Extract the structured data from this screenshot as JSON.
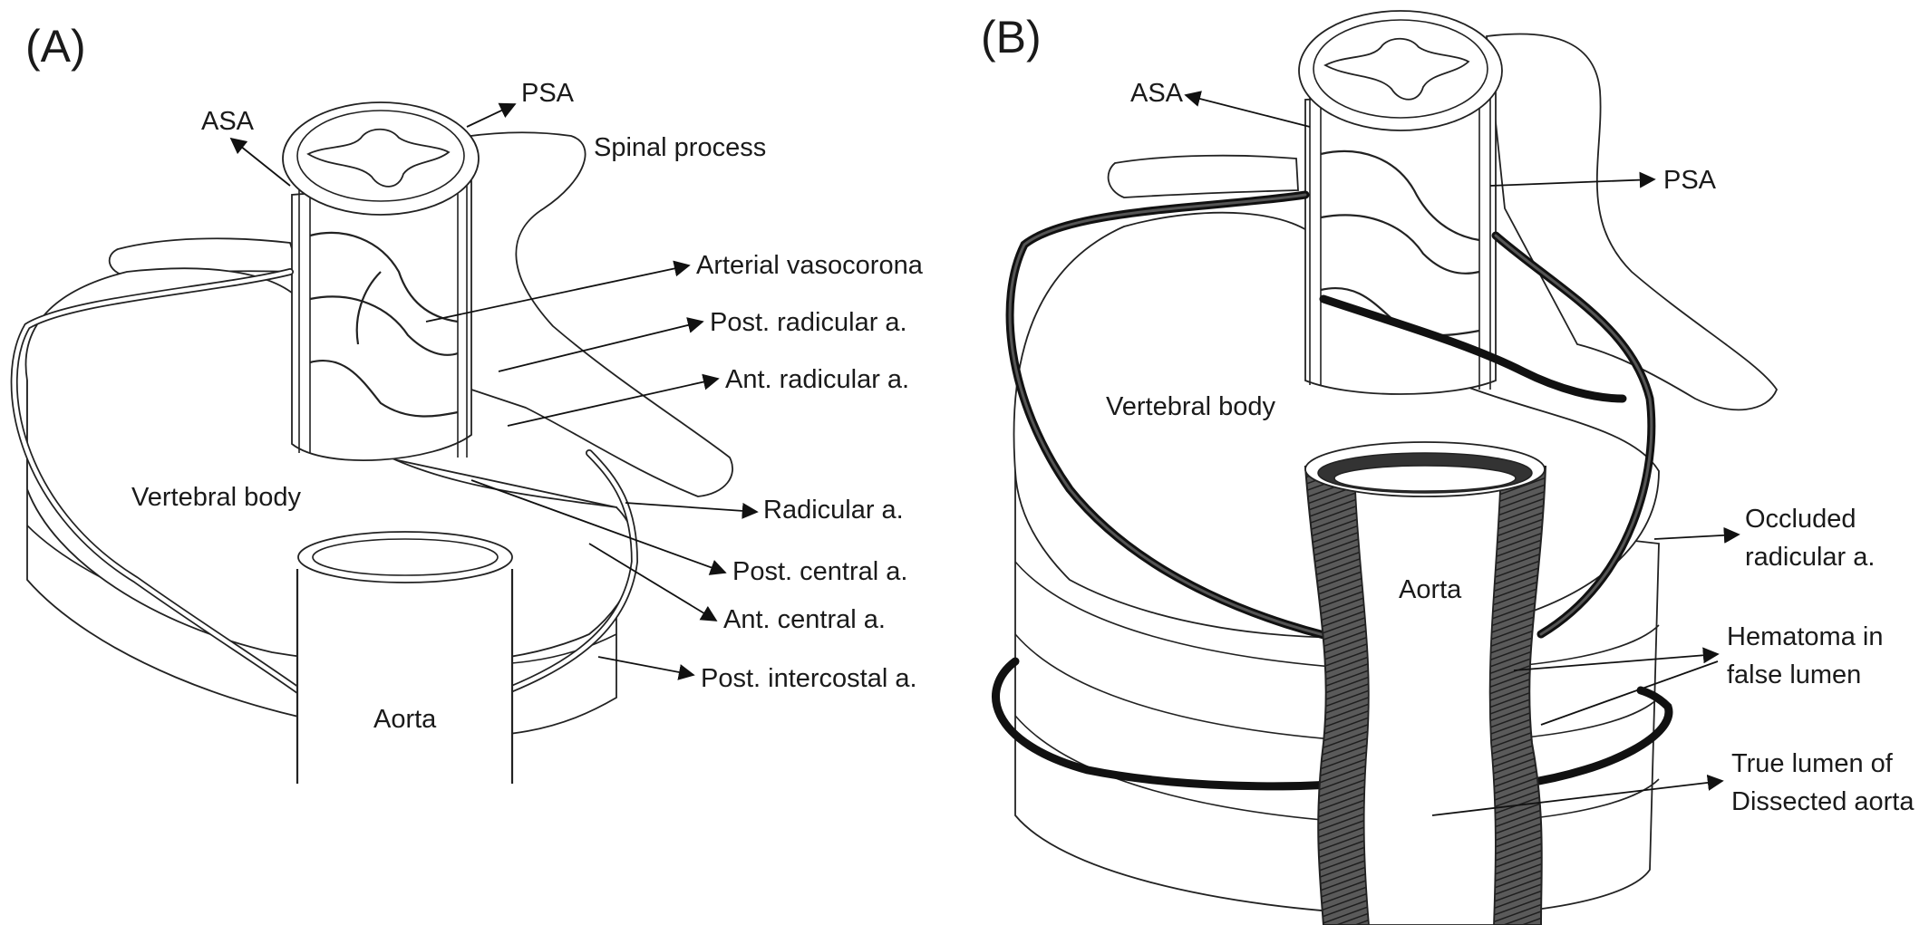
{
  "panels": {
    "a": {
      "label": "(A)",
      "annotations": {
        "asa": "ASA",
        "psa": "PSA",
        "spinal_process": "Spinal process",
        "arterial_vasocorona": "Arterial vasocorona",
        "post_radicular": "Post. radicular a.",
        "ant_radicular": "Ant. radicular a.",
        "vertebral_body": "Vertebral body",
        "radicular": "Radicular a.",
        "post_central": "Post. central a.",
        "ant_central": "Ant. central a.",
        "post_intercostal": "Post. intercostal a.",
        "aorta": "Aorta"
      }
    },
    "b": {
      "label": "(B)",
      "annotations": {
        "asa": "ASA",
        "psa": "PSA",
        "vertebral_body": "Vertebral body",
        "aorta": "Aorta",
        "occluded_line1": "Occluded",
        "occluded_line2": "radicular a.",
        "hematoma_line1": "Hematoma in",
        "hematoma_line2": "false lumen",
        "true_lumen_line1": "True lumen of",
        "true_lumen_line2": "Dissected aorta"
      }
    }
  },
  "colors": {
    "line": "#222222",
    "hematoma": "#444444",
    "background": "#ffffff"
  }
}
